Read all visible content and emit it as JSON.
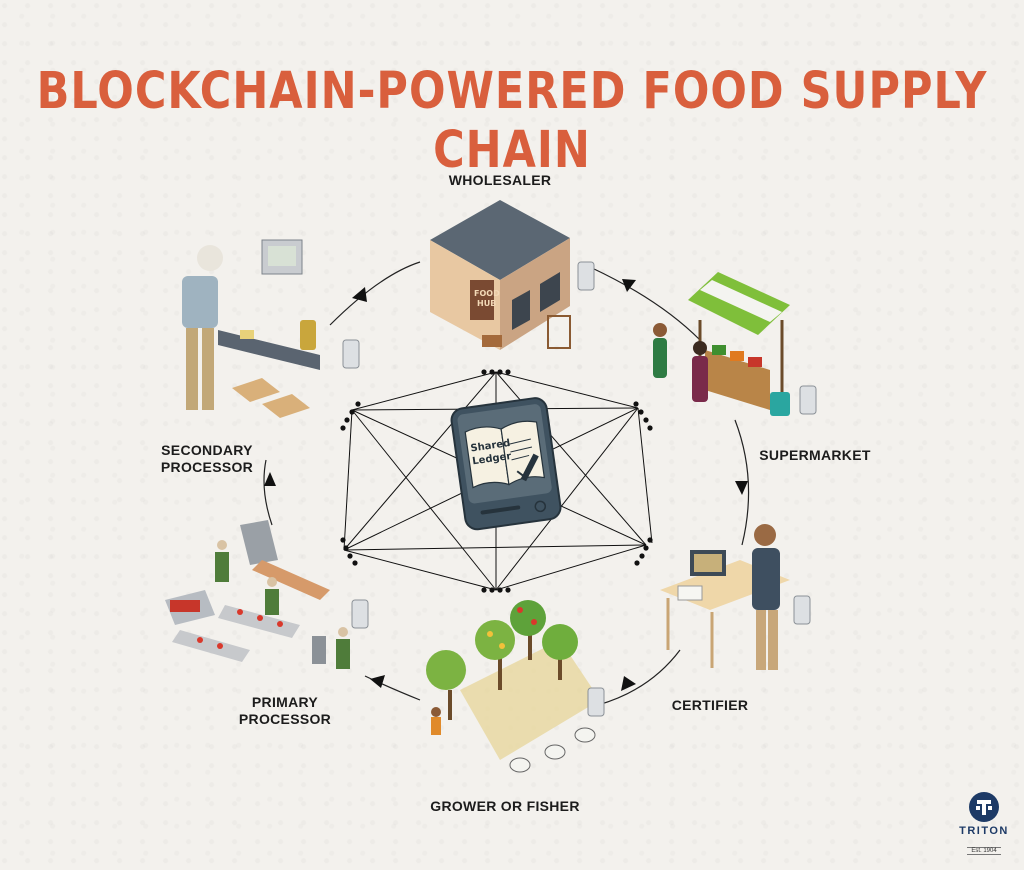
{
  "title": "BLOCKCHAIN-POWERED FOOD SUPPLY CHAIN",
  "stages": {
    "wholesaler": "WHOLESALER",
    "supermarket": "SUPERMARKET",
    "certifier": "CERTIFIER",
    "grower": "GROWER OR FISHER",
    "primary_processor": "PRIMARY\nPROCESSOR",
    "secondary_processor": "SECONDARY\nPROCESSOR"
  },
  "center": {
    "line1": "Shared",
    "line2": "Ledger"
  },
  "wholesaler_sign": {
    "line1": "FOOD",
    "line2": "HUB"
  },
  "logo": {
    "name": "TRITON",
    "est": "Est. 1904"
  },
  "colors": {
    "title": "#d95f3d",
    "logo": "#1d3a66",
    "ledger": "#5a6c78",
    "awning_green": "#7fbf3a"
  }
}
